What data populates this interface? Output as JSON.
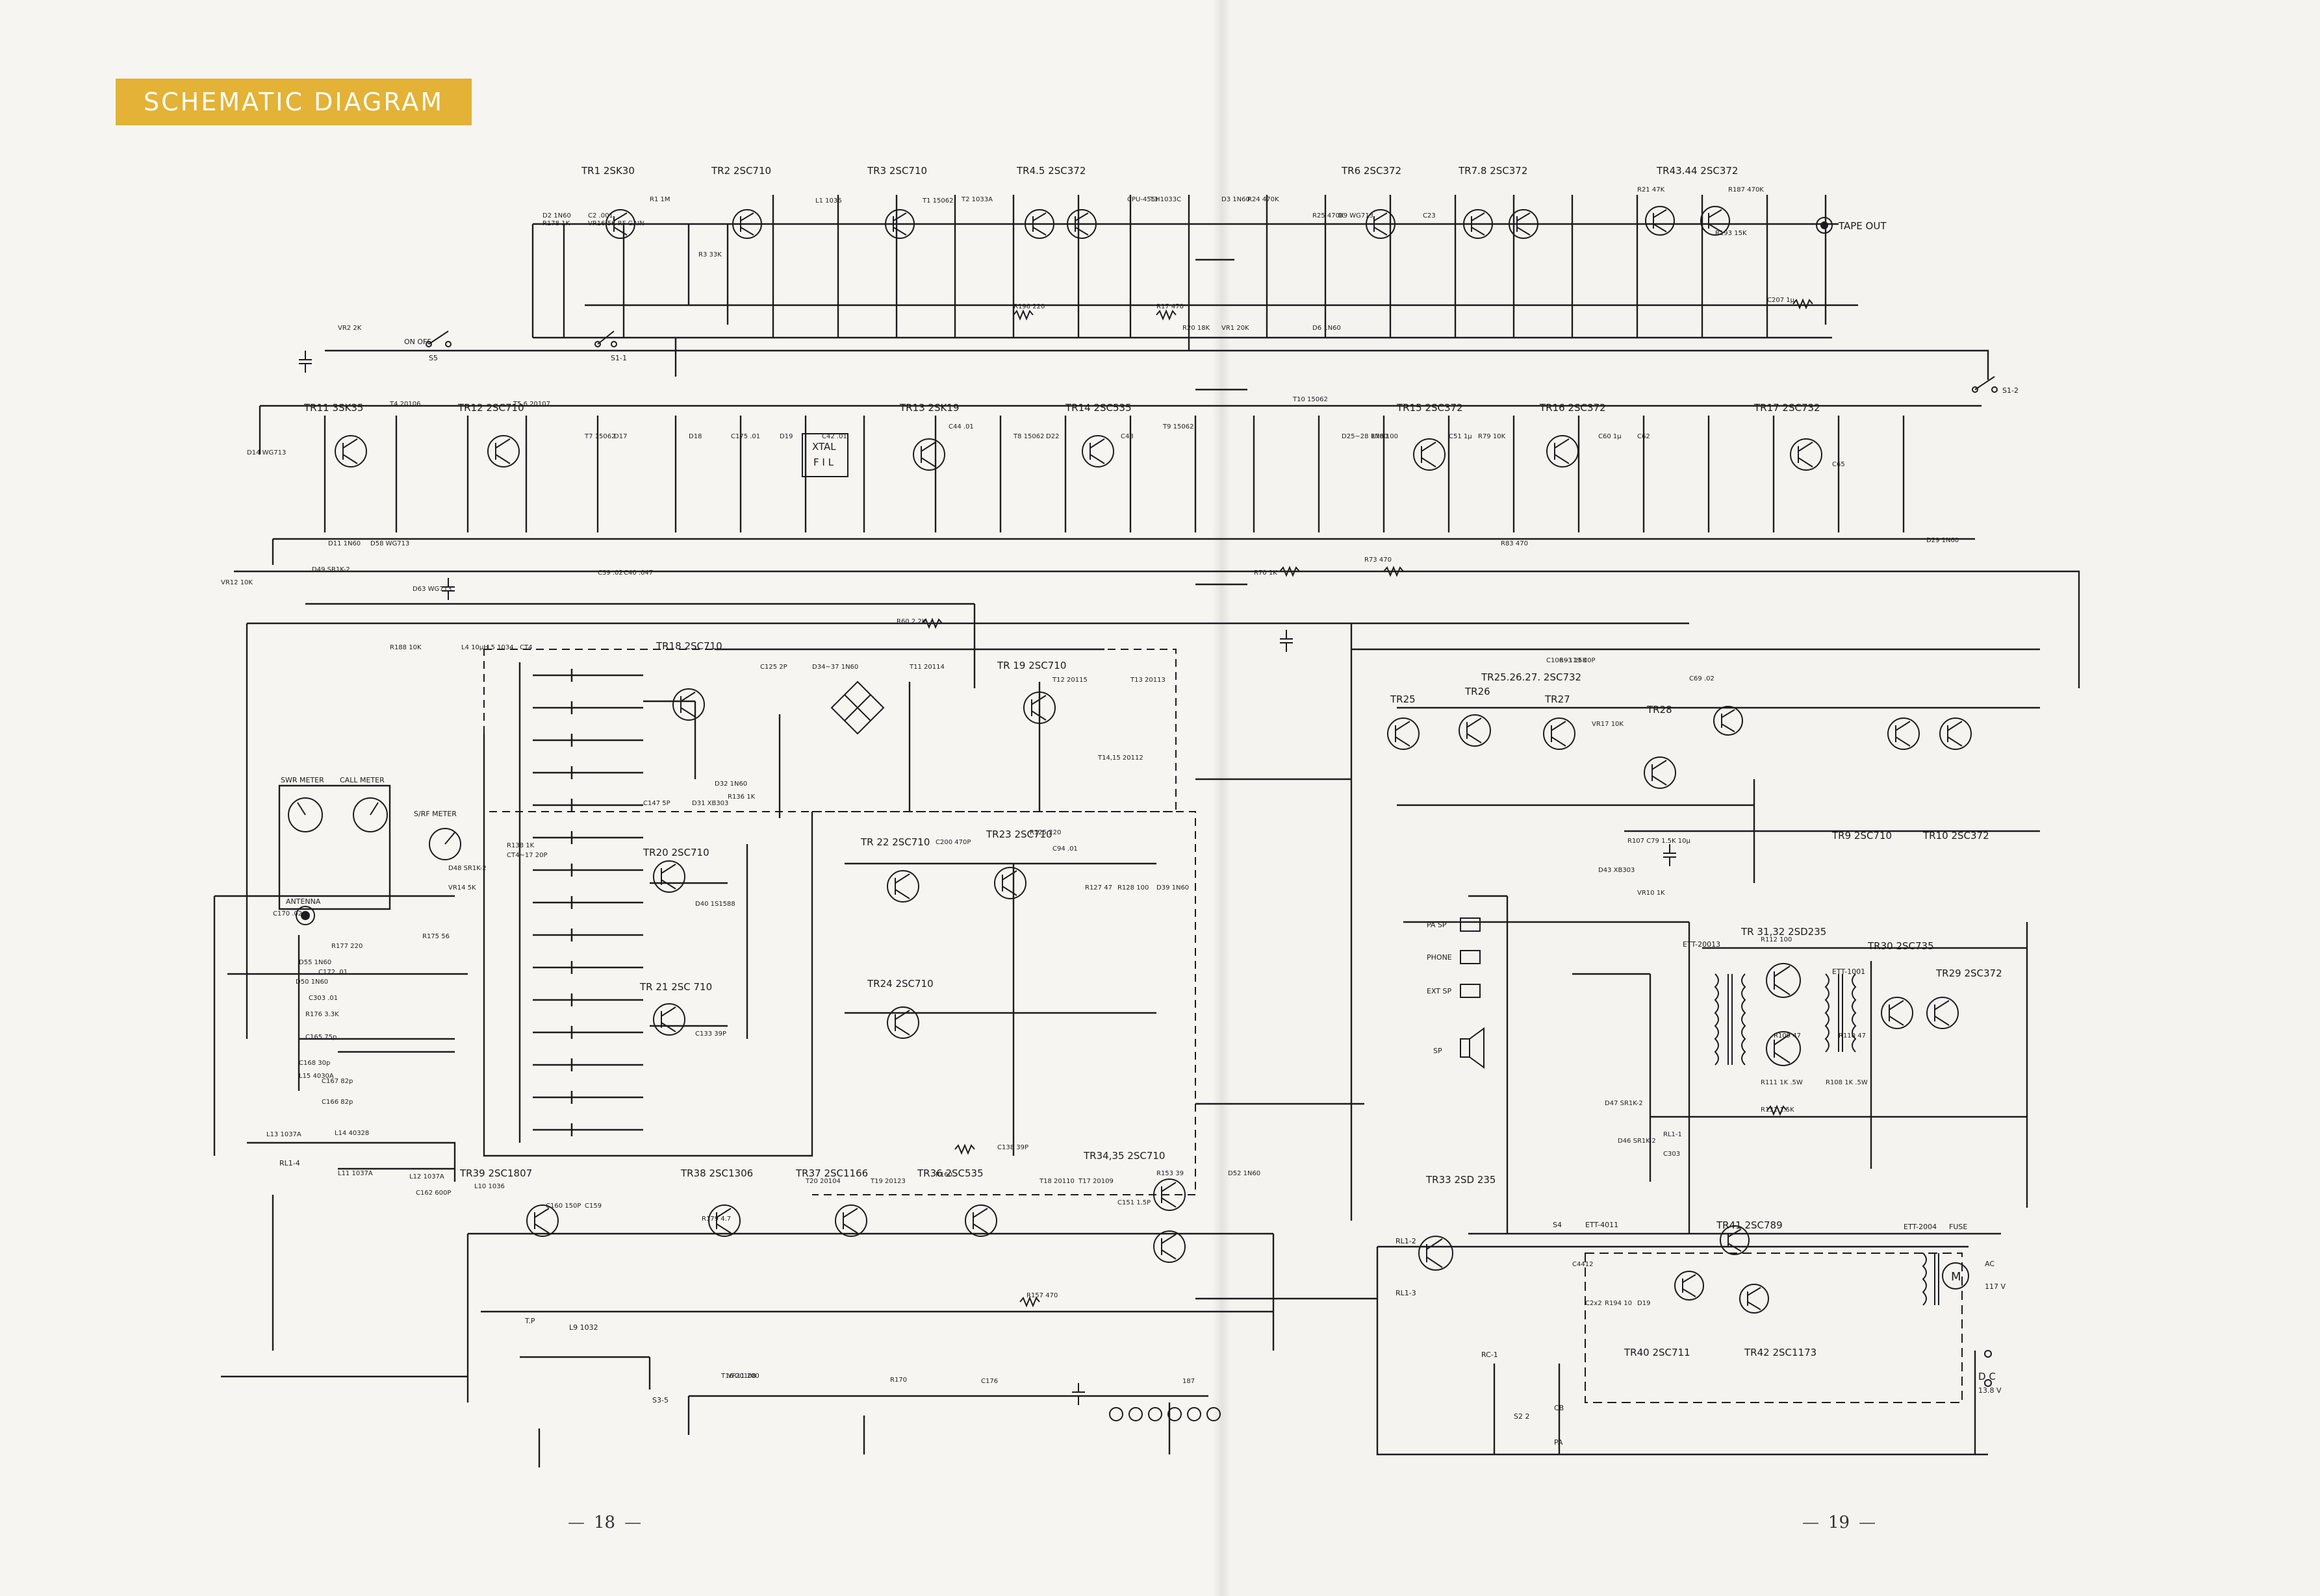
{
  "title": "SCHEMATIC DIAGRAM",
  "page_numbers": {
    "left": "18",
    "right": "19"
  },
  "transistor_labels": [
    "TR1 2SK30",
    "TR2 2SC710",
    "TR3 2SC710",
    "TR4.5 2SC372",
    "TR6 2SC372",
    "TR7.8 2SC372",
    "TR43.44 2SC372",
    "TR11 3SK35",
    "TR12 2SC710",
    "TR13 2SK19",
    "TR14 2SC535",
    "TR15 2SC372",
    "TR16 2SC372",
    "TR17 2SC732",
    "TR18 2SC710",
    "TR 19 2SC710",
    "TR25.26.27. 2SC732",
    "TR25",
    "TR26",
    "TR27",
    "TR28",
    "TR20 2SC710",
    "TR 22 2SC710",
    "TR23 2SC710",
    "TR24 2SC710",
    "TR 21 2SC 710",
    "TR9 2SC710",
    "TR10 2SC372",
    "TR 31,32 2SD235",
    "TR30 2SC735",
    "TR29 2SC372",
    "TR39 2SC1807",
    "TR38 2SC1306",
    "TR37 2SC1166",
    "TR36 2SC535",
    "TR34,35 2SC710",
    "TR33 2SD 235",
    "TR41 2SC789",
    "TR40 2SC711",
    "TR42 2SC1173"
  ],
  "block_labels": {
    "tape_out": "TAPE OUT",
    "xtal_fil_1": "XTAL",
    "xtal_fil_2": "F I L",
    "swr_meter": "SWR METER",
    "cal_meter": "CALL METER",
    "srf_meter": "S/RF METER",
    "antenna": "ANTENNA",
    "pa_sp": "PA SP",
    "phone": "PHONE",
    "ext_sp": "EXT SP",
    "sp": "SP",
    "on_off_s5": "ON  OFF",
    "s5": "S5",
    "s1_1": "S1-1",
    "s1_2": "S1-2",
    "dc": "D C",
    "dc_volt": "13.8 V",
    "ac": "AC",
    "ac_volt": "117 V",
    "t_p": "T.P",
    "l9": "L9 1032",
    "s3_5": "S3-5",
    "s2_2": "S2 2",
    "s4": "S4",
    "rl1_2": "RL1-2",
    "rl1_3": "RL1-3",
    "rl1_4": "RL1-4",
    "ett_4011": "ETT-4011",
    "ett_20013": "ETT-20013",
    "ett_1001": "ETT-1001",
    "ett_2004": "ETT-2004",
    "fuse": "FUSE",
    "cb": "CB",
    "pa": "PA",
    "rc_1": "RC-1"
  },
  "component_labels": [
    "D2 1N60",
    "C2 .001",
    "R1 1M",
    "R3 33K",
    "L1 1036",
    "T1 15062",
    "T2 1033A",
    "CPU-455H",
    "T3 1033C",
    "D3 1N60",
    "R24 470K",
    "R25 470K",
    "D9 WG713",
    "C23",
    "R21 47K",
    "R187 470K",
    "R193 15K",
    "C207 1µ",
    "R196 220",
    "R17 470",
    "R20 18K",
    "VR1 20K",
    "D6 1N60",
    "VR2 2K",
    "D14 WG713",
    "T4 20106",
    "T5.6 20107",
    "T7 15062",
    "D17",
    "D18",
    "C175 .01",
    "D19",
    "C42 .01",
    "C44 .01",
    "T8 15062",
    "D22",
    "C48",
    "T9 15062",
    "T10 15062",
    "D25~28 1N60",
    "R78 100",
    "C51 1µ",
    "R79 10K",
    "C60 1µ",
    "C62",
    "C65",
    "D11 1N60",
    "D58 WG713",
    "D63 WG713",
    "C39 .02",
    "C40 .047",
    "R70 1K",
    "R73 470",
    "R60 2.2K",
    "R83 470",
    "D29 1N60",
    "R188 10K",
    "L4 10µH",
    "L5 1034",
    "CT4",
    "C125 2P",
    "D34~37 1N60",
    "T11 20114",
    "T12 20115",
    "T13 20113",
    "T14,15 20112",
    "C147 5P",
    "D31 XB303",
    "D32 1N60",
    "R136 1K",
    "R138 1K",
    "CT4~17 20P",
    "C106~119 30P",
    "R93 15K",
    "C69 .02",
    "VR17 10K",
    "D43 XB303",
    "R107 C79 1.5K 10µ",
    "VR10 1K",
    "C200 470P",
    "R125 220",
    "C94 .01",
    "R127 47",
    "R128 100",
    "D39 1N60",
    "D40 1S1588",
    "C133 39P",
    "C138 39P",
    "R131 1.5K",
    "R112 100",
    "R108 1K .5W",
    "R111 1K .5W",
    "R109 47",
    "R110 47",
    "C170 .02",
    "R177 220",
    "D55 1N60",
    "C172 .01",
    "R175 56",
    "D50 1N60",
    "C303 .01",
    "R176 3.3K",
    "C165 75p",
    "C168 30p",
    "L15 4030A",
    "C167 82p",
    "C166 82p",
    "L14 40328",
    "L13 1037A",
    "L11 1037A",
    "L12 1037A",
    "C162 600P",
    "L10 1036",
    "C160 150P",
    "C159",
    "R179 4.7",
    "T20 20104",
    "T19 20123",
    "R160",
    "T18 20110",
    "T17 20109",
    "C151 1.5P",
    "R157 470",
    "R153 39",
    "D52 1N60",
    "T16 20108",
    "VR11 200",
    "R170",
    "C176",
    "187",
    "C4412",
    "C2x2",
    "R194 10",
    "D19",
    "RL1-1",
    "C303",
    "D46 SR1K-2",
    "D47 SR1K-2",
    "D49 SR1K-2",
    "D48 SR1K-2",
    "VR14 5K",
    "VR12 10K",
    "R178 1K",
    "VR16 5K RF GAIN"
  ],
  "meter_colors": {
    "ink": "#1b1b1b",
    "badge": "#e3b236",
    "paper": "#f6f5f2"
  }
}
